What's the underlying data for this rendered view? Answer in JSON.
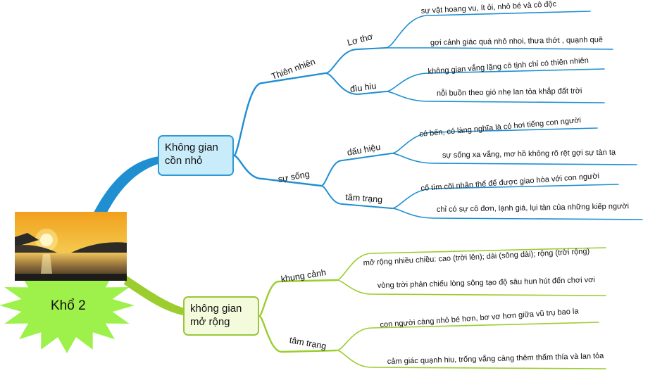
{
  "root": {
    "label": "Khổ 2",
    "image": "sunset-lake-photo"
  },
  "colors": {
    "blue": "#1f8fd2",
    "green": "#9bcd2f",
    "star": "#9ef04a"
  },
  "topics": [
    {
      "key": "a",
      "lines": [
        "Không gian",
        "cồn nhỏ"
      ],
      "branches": [
        {
          "label": "Thiên nhiên",
          "children": [
            {
              "label": "Lơ thơ",
              "children": [
                "sự vật hoang vu, ít ỏi, nhỏ bé và cô độc",
                "gợi cảnh giác quá nhỏ nhoi, thưa thớt , quạnh quẽ"
              ]
            },
            {
              "label": "đìu hiu",
              "children": [
                "không gian vắng lặng cô tịnh chỉ có thiên nhiên",
                "nỗi buồn theo gió nhẹ lan tỏa khắp đất trời"
              ]
            }
          ]
        },
        {
          "label": "sự sống",
          "children": [
            {
              "label": "dấu hiệu",
              "children": [
                "có bến, có làng nghĩa là có hơi tiếng con người",
                "sự sống xa vắng, mơ hồ không rõ rệt gợi sự tàn tạ"
              ]
            },
            {
              "label": "tâm trạng",
              "children": [
                "cố tìm cõi nhân thế để được giao hòa với con người",
                "chỉ có sự cô đơn, lạnh giá, lụi tàn của những kiếp người"
              ]
            }
          ]
        }
      ]
    },
    {
      "key": "b",
      "lines": [
        "không gian",
        "mở rộng"
      ],
      "branches": [
        {
          "label": "khung cảnh",
          "children": [
            "mở rộng nhiều chiều: cao (trời lên); dài (sông dài); rộng (trời rộng)",
            "vòng trời phản chiếu lòng sông tạo độ sâu hun hút đến chơi vơi"
          ]
        },
        {
          "label": "tâm trạng",
          "children": [
            "con người càng nhỏ bé hơn, bơ vơ hơn giữa vũ trụ bao la",
            "cảm giác quạnh hiu, trống vắng càng thêm thấm thía và lan tỏa"
          ]
        }
      ]
    }
  ]
}
